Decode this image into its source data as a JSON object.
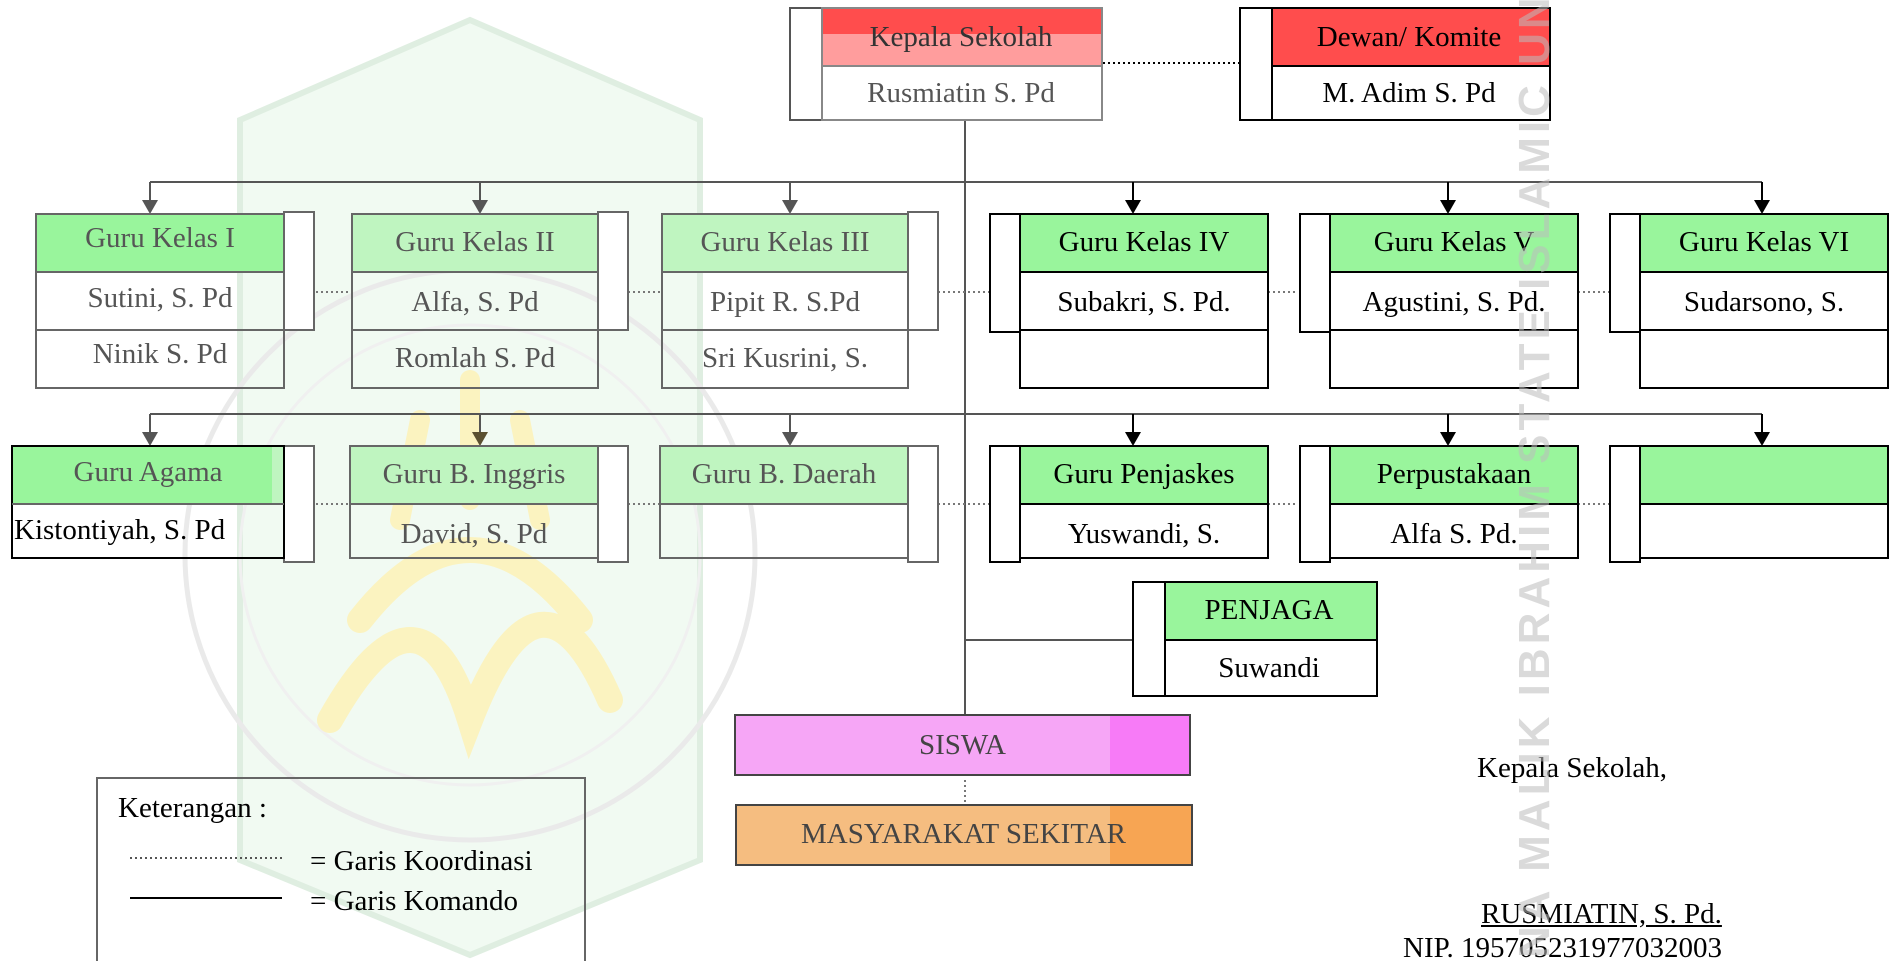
{
  "head": {
    "title": "Kepala Sekolah",
    "name": "Rusmiatin S. Pd"
  },
  "committee": {
    "title": "Dewan/ Komite",
    "name": "M. Adim S. Pd"
  },
  "row1": [
    {
      "title": "Guru Kelas I",
      "names": [
        "Sutini, S. Pd",
        "Ninik S. Pd"
      ]
    },
    {
      "title": "Guru Kelas II",
      "names": [
        "Alfa, S. Pd",
        "Romlah S. Pd"
      ]
    },
    {
      "title": "Guru Kelas III",
      "names": [
        "Pipit R. S.Pd",
        "Sri Kusrini, S."
      ]
    },
    {
      "title": "Guru Kelas IV",
      "names": [
        "Subakri, S. Pd.",
        ""
      ]
    },
    {
      "title": "Guru Kelas V",
      "names": [
        "Agustini, S. Pd.",
        ""
      ]
    },
    {
      "title": "Guru Kelas VI",
      "names": [
        "Sudarsono, S.",
        ""
      ]
    }
  ],
  "row2": [
    {
      "title": "Guru Agama",
      "names": [
        "Kistontiyah, S. Pd"
      ]
    },
    {
      "title": "Guru B. Inggris",
      "names": [
        "David, S. Pd"
      ]
    },
    {
      "title": "Guru B. Daerah",
      "names": [
        ""
      ]
    },
    {
      "title": "Guru Penjaskes",
      "names": [
        "Yuswandi, S."
      ]
    },
    {
      "title": "Perpustakaan",
      "names": [
        "Alfa S. Pd."
      ]
    },
    {
      "title": "",
      "names": [
        ""
      ]
    }
  ],
  "guard": {
    "title": "PENJAGA",
    "name": "Suwandi"
  },
  "students": {
    "label": "SISWA"
  },
  "community": {
    "label": "MASYARAKAT SEKITAR"
  },
  "legend": {
    "title": "Keterangan :",
    "coordination": "= Garis Koordinasi",
    "command": "= Garis Komando"
  },
  "signature": {
    "role": "Kepala Sekolah,",
    "name": "RUSMIATIN, S. Pd.",
    "nip": "NIP. 195705231977032003"
  },
  "watermark": {
    "text": "NA MALIK IBRAHIM STATE ISLAMIC UNIVERS"
  },
  "colors": {
    "red": "#ff4d4d",
    "green": "#99f59c",
    "magenta": "#f77bf7",
    "orange": "#f7a553",
    "line": "#555555"
  }
}
